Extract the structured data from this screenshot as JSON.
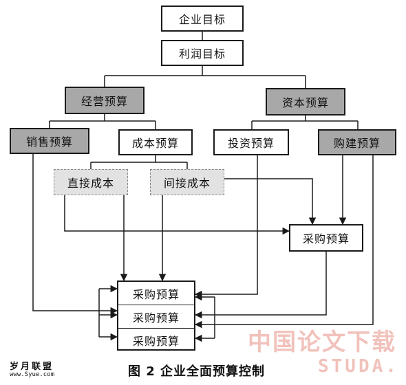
{
  "nodes": {
    "enterprise_goal": "企业目标",
    "profit_goal": "利润目标",
    "operating_budget": "经营预算",
    "capital_budget": "资本预算",
    "sales_budget": "销售预算",
    "cost_budget": "成本预算",
    "investment_budget": "投资预算",
    "construction_budget": "购建预算",
    "direct_cost": "直接成本",
    "indirect_cost": "间接成本",
    "purchase_budget_right": "采购预算",
    "purchase_stack": [
      "采购预算",
      "采购预算",
      "采购预算"
    ]
  },
  "caption": "图 2   企业全面预算控制",
  "watermark": {
    "cn": "中国论文下载",
    "en": "STUDA."
  },
  "logo": {
    "text": "岁月联盟",
    "url": "www.Syue.com"
  },
  "colors": {
    "dark_box": "#a8a8a8",
    "light_box": "#e2e2e2",
    "line": "#1a1a1a"
  }
}
